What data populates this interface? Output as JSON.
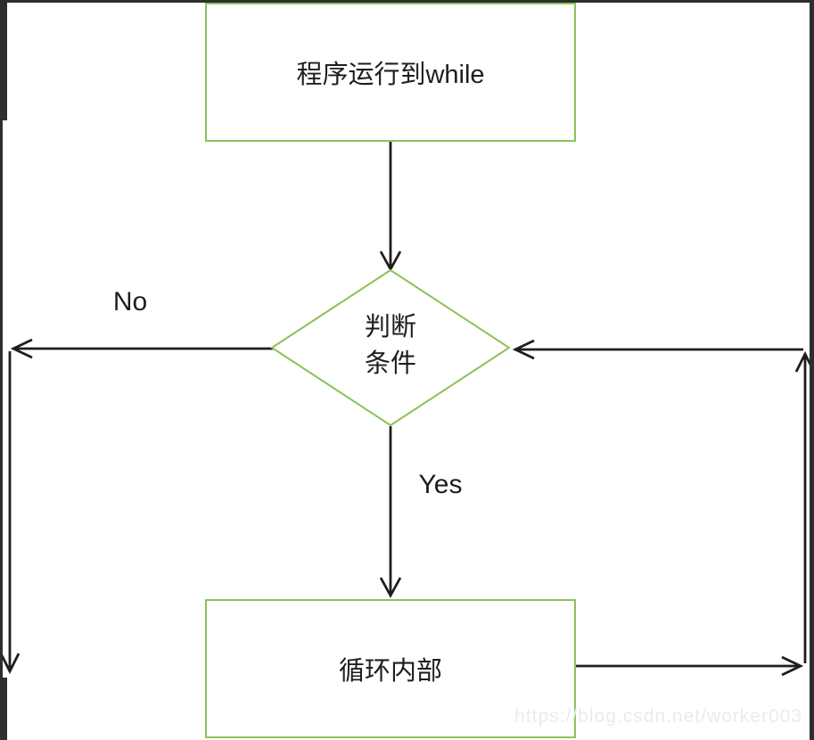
{
  "colors": {
    "bg": "#ffffff",
    "green": "#8dc259",
    "ink": "#1e1e1e",
    "frame": "#2e2e2e",
    "wm": "#ebebeb"
  },
  "flowchart": {
    "nodes": {
      "start": {
        "type": "rectangle",
        "label": "程序运行到while"
      },
      "condition": {
        "type": "diamond",
        "label": "判断\n条件"
      },
      "body": {
        "type": "rectangle",
        "label": "循环内部"
      }
    },
    "edges": {
      "no": {
        "label": "No"
      },
      "yes": {
        "label": "Yes"
      }
    }
  },
  "watermark": {
    "text": "https://blog.csdn.net/worker003"
  }
}
